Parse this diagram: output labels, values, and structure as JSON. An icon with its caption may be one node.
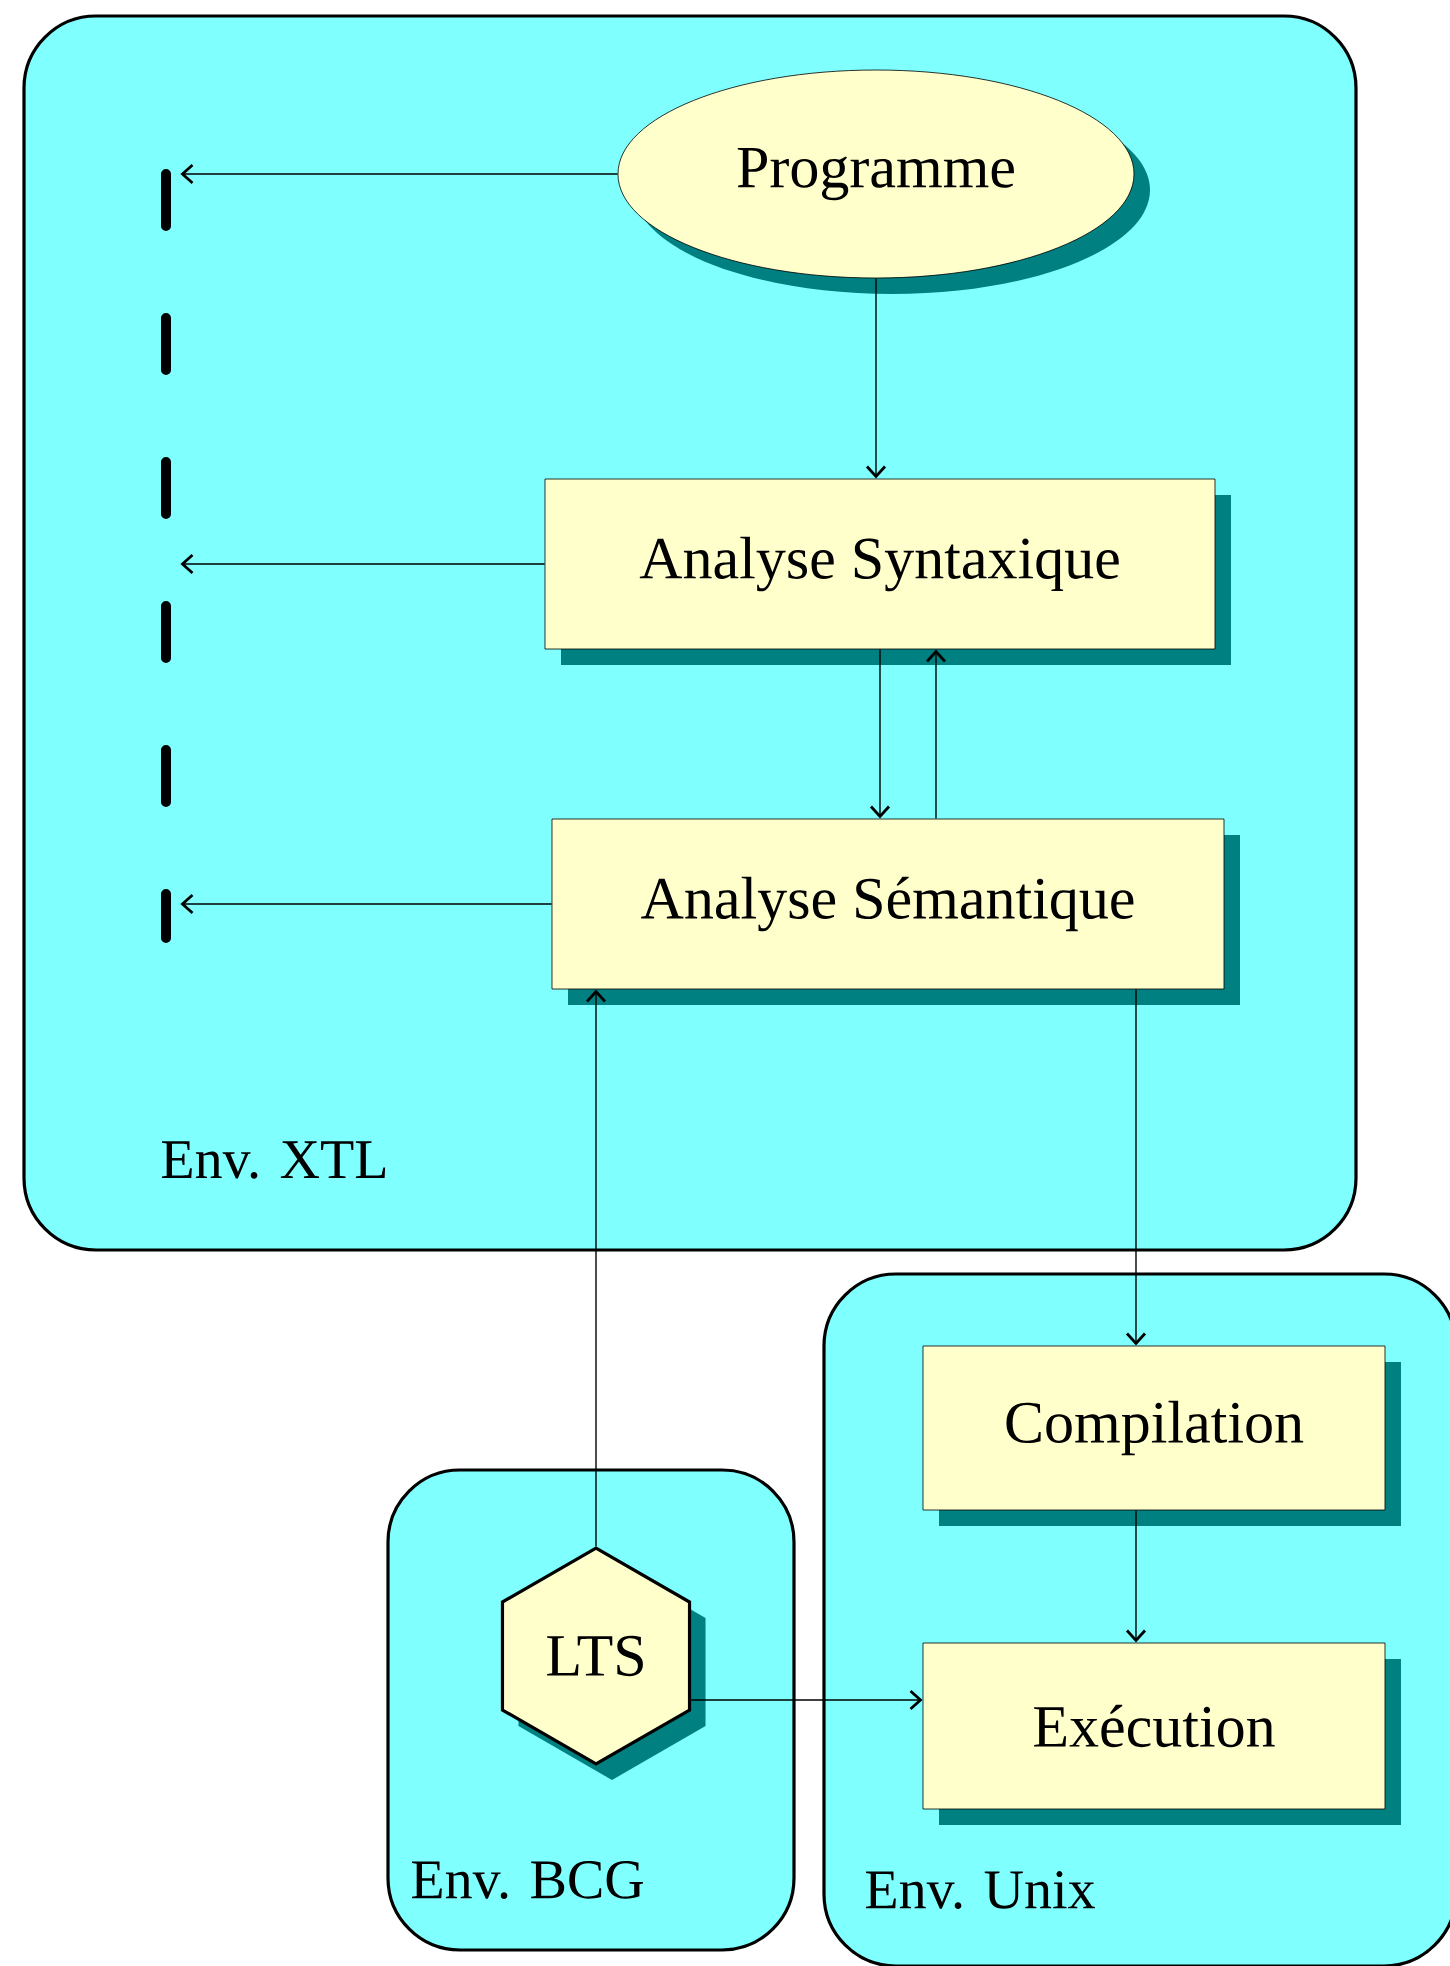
{
  "diagram": {
    "nodes": [
      {
        "text": [
          "Env. XTL"
        ]
      },
      {
        "text": [
          "Programme"
        ],
        "in": 0
      },
      {
        "text": [
          "Analyse Syntaxique"
        ],
        "in": 0
      },
      {
        "text": [
          "Analyse Sémantique"
        ],
        "in": 0
      },
      {
        "text": [],
        "shape": "bar",
        "in": 0
      },
      {
        "text": [
          "Env. BCG"
        ]
      },
      {
        "text": [
          "LTS"
        ],
        "in": 5
      },
      {
        "text": [
          "Env. Unix"
        ]
      },
      {
        "text": [
          "Compilation"
        ],
        "in": 7
      },
      {
        "text": [
          "Exécution"
        ],
        "in": 7
      }
    ],
    "edges": [
      {
        "from": 1,
        "to": 4,
        "arrow": "to"
      },
      {
        "from": 2,
        "to": 4,
        "arrow": "to"
      },
      {
        "from": 3,
        "to": 4,
        "arrow": "to"
      },
      {
        "from": 1,
        "to": 2,
        "arrow": "to"
      },
      {
        "from": 2,
        "to": 3,
        "arrow": "to"
      },
      {
        "from": 3,
        "to": 2,
        "arrow": "to"
      },
      {
        "from": 6,
        "to": 3,
        "arrow": "to"
      },
      {
        "from": 3,
        "to": 8,
        "arrow": "to"
      },
      {
        "from": 8,
        "to": 9,
        "arrow": "to"
      },
      {
        "from": 6,
        "to": 9,
        "arrow": "to"
      }
    ]
  }
}
